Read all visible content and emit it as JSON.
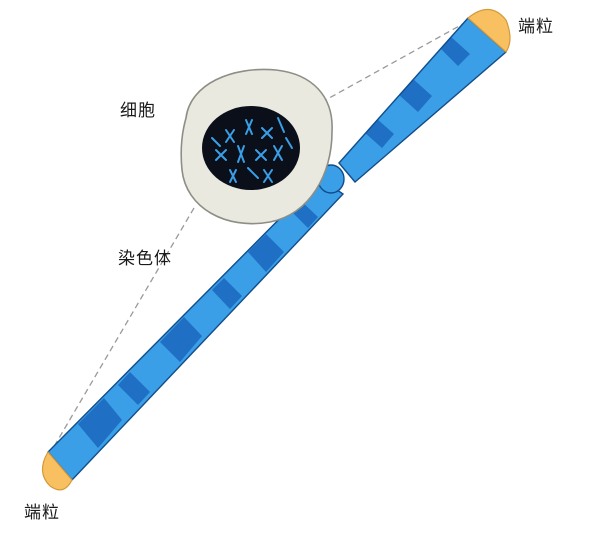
{
  "labels": {
    "cell": "细胞",
    "chromosome": "染色体",
    "telomere_top": "端粒",
    "telomere_bottom": "端粒"
  },
  "colors": {
    "chromatid_light": "#3a9fe6",
    "chromatid_dark": "#1f6fc4",
    "chromatid_outline": "#114d8c",
    "telomere": "#f8c060",
    "cell_fill": "#e9e9e0",
    "cell_outline": "#8e8e86",
    "nucleus": "#0a0f1a",
    "dashed_line": "#9a9a9a"
  }
}
